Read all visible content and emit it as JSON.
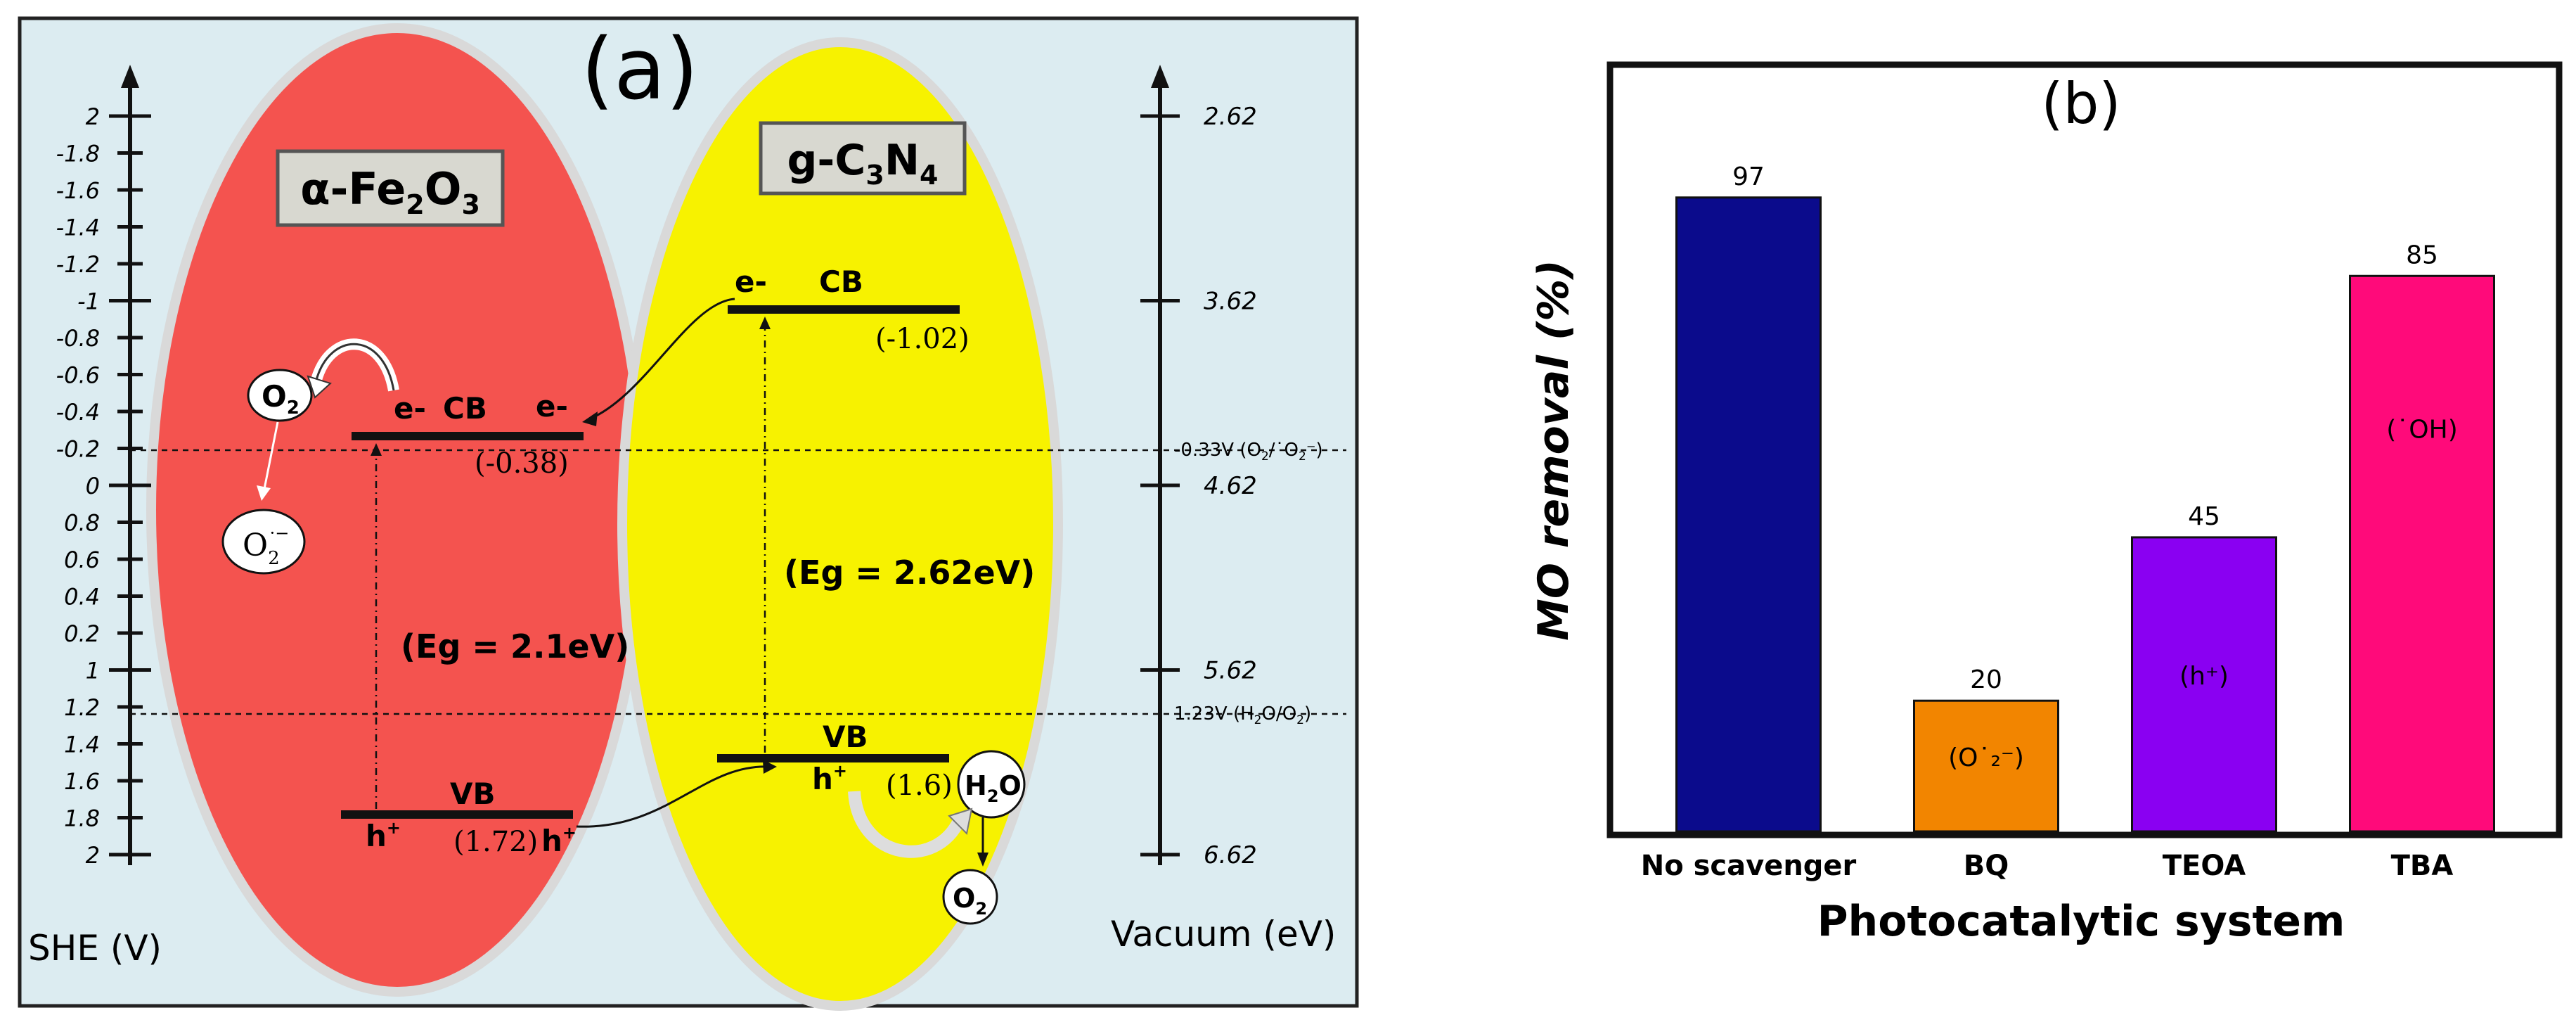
{
  "panel_a": {
    "label": "(a)",
    "left_materials": {
      "name_main": "α-Fe",
      "sub1": "2",
      "name_mid": "O",
      "sub2": "3"
    },
    "right_material": {
      "name_main": "g-C",
      "sub1": "3",
      "name_mid": "N",
      "sub2": "4"
    },
    "she_axis_label": "SHE (V)",
    "vacuum_axis_label": "Vacuum (eV)",
    "she_ticks": [
      "2",
      "-1.8",
      "-1.6",
      "-1.4",
      "-1.2",
      "-1",
      "-0.8",
      "-0.6",
      "-0.4",
      "-0.2",
      "0",
      "0.8",
      "0.6",
      "0.4",
      "0.2",
      "1",
      "1.2",
      "1.4",
      "1.6",
      "1.8",
      "2"
    ],
    "vacuum_ticks": [
      "2.62",
      "3.62",
      "4.62",
      "5.62",
      "6.62"
    ],
    "ref_o2": "-0.33V (O",
    "ref_o2_tail": "/˙O",
    "ref_o2_end": "⁻)",
    "ref_h2o": "1.23V (H",
    "ref_h2o_mid": "O/O",
    "ref_h2o_end": ")",
    "fe": {
      "cb_label": "CB",
      "cb_value": "(-0.38)",
      "vb_label": "VB",
      "vb_value": "(1.72)",
      "eg": "(Eg = 2.1eV)",
      "electron": "e-",
      "hole": "h",
      "o2": "O",
      "o2_sub": "2",
      "superoxide": "O",
      "superoxide_sub": "2",
      "superoxide_sup": "·−"
    },
    "gcn": {
      "cb_label": "CB",
      "cb_value": "(-1.02)",
      "vb_label": "VB",
      "vb_value": "(1.6)",
      "eg": "(Eg = 2.62eV)",
      "electron": "e-",
      "hole": "h",
      "h2o": "H",
      "h2o_sub": "2",
      "h2o_end": "O",
      "o2": "O",
      "o2_sub": "2"
    },
    "colors": {
      "background": "#dcecf1",
      "fe_fill": "#f4534f",
      "gcn_fill": "#f7f200"
    }
  },
  "chart_data": {
    "type": "bar",
    "title": "(b)",
    "xlabel": "Photocatalytic system",
    "ylabel": "MO removal (%)",
    "categories": [
      "No scavenger",
      "BQ",
      "TEOA",
      "TBA"
    ],
    "values": [
      97,
      20,
      45,
      85
    ],
    "bar_colors": [
      "#0b0b8c",
      "#f28500",
      "#8a00f2",
      "#ff0a7a"
    ],
    "inner_labels": [
      "",
      "(O˙₂⁻)",
      "(h⁺)",
      "(˙OH)"
    ],
    "ylim": [
      0,
      100
    ],
    "grid": false
  }
}
